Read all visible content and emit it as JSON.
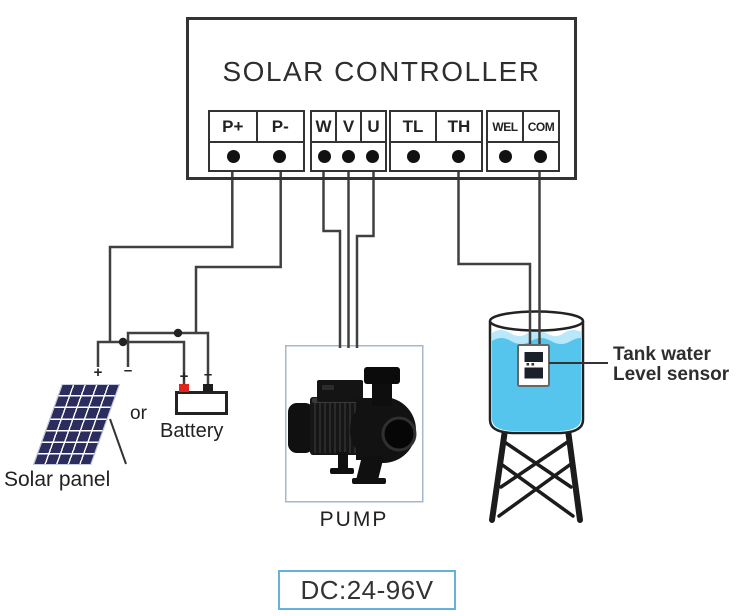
{
  "diagram": {
    "controller": {
      "title": "SOLAR CONTROLLER",
      "terminal_groups": [
        {
          "terminals": [
            "P+",
            "P-"
          ]
        },
        {
          "terminals": [
            "W",
            "V",
            "U"
          ]
        },
        {
          "terminals": [
            "TL",
            "TH"
          ]
        },
        {
          "terminals": [
            "WEL",
            "COM"
          ]
        }
      ]
    },
    "solar_panel": {
      "label": "Solar panel",
      "plus": "+",
      "minus": "–"
    },
    "battery": {
      "label": "Battery",
      "plus": "+",
      "minus": "–"
    },
    "or_label": "or",
    "pump": {
      "label": "PUMP"
    },
    "tank_sensor": {
      "label_line1": "Tank water",
      "label_line2": "Level sensor"
    },
    "voltage_badge": "DC:24-96V",
    "connections": [
      "P+ to solar panel + and battery +",
      "P- to solar panel - and battery -",
      "W, V, U to pump",
      "TH and COM to tank water level sensor"
    ],
    "colors": {
      "wire": "#404040",
      "outline": "#222222",
      "water": "#55c5ee",
      "water_light": "#b9e8fa",
      "solar_panel": "#2b2d5e",
      "battery_positive": "#e0251f",
      "badge_border": "#64b1e0"
    }
  }
}
